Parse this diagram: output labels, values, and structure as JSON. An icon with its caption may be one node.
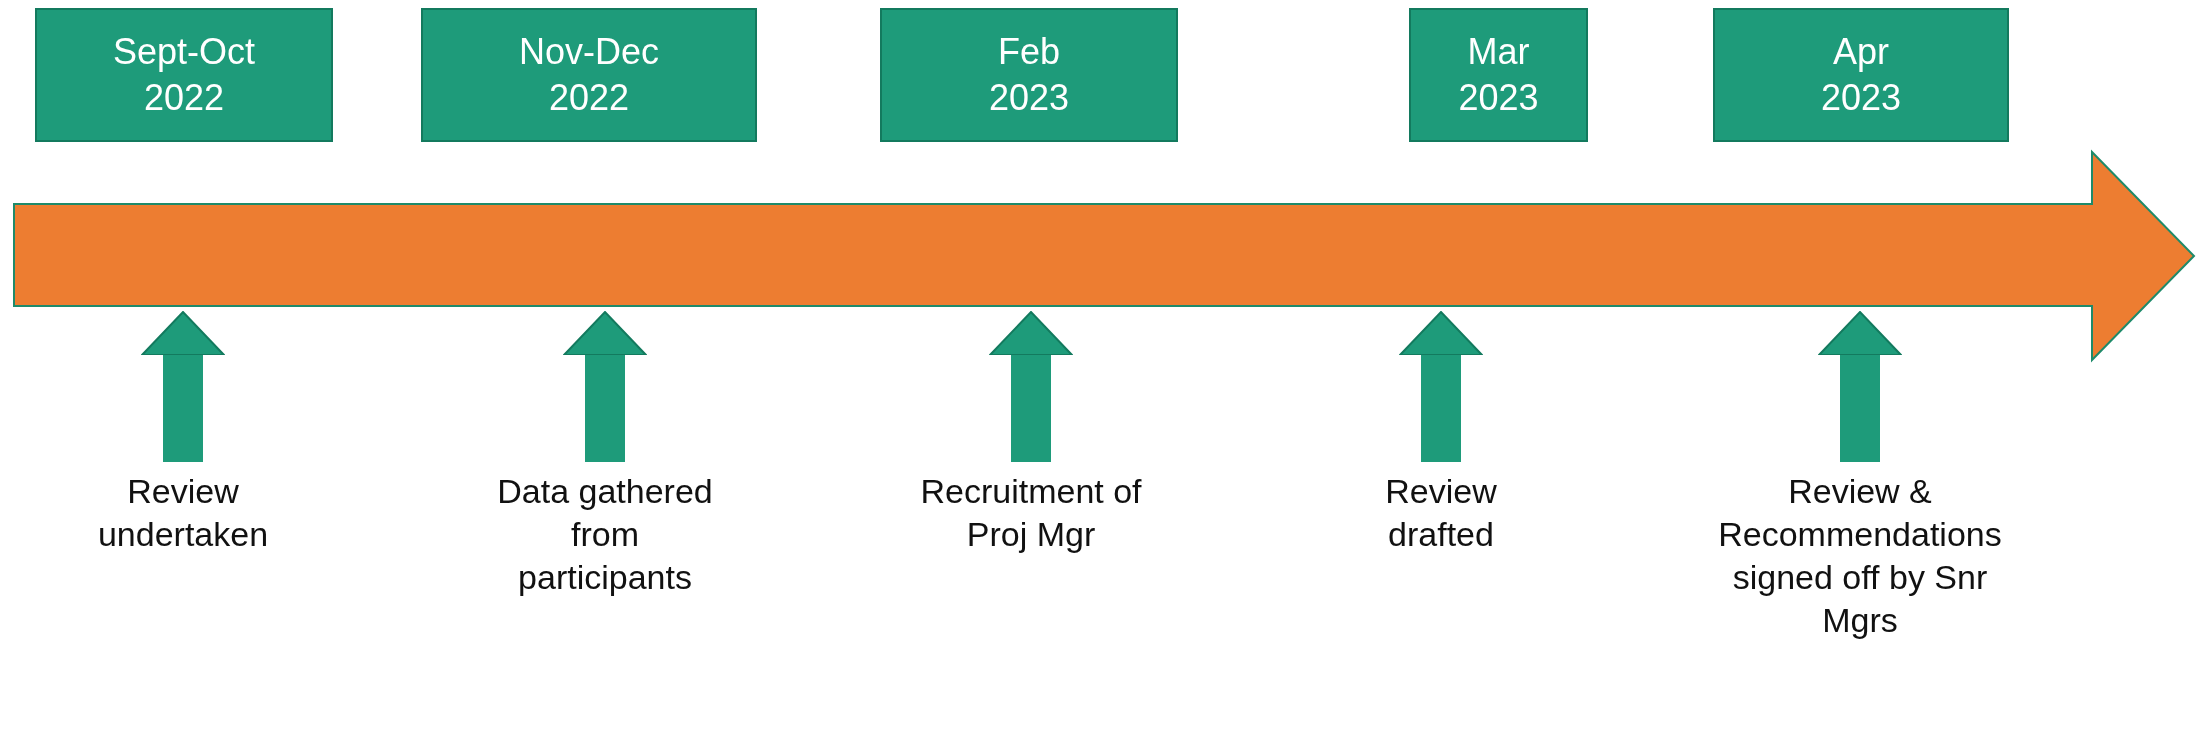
{
  "diagram": {
    "nodes": [
      {
        "text": [
          "Sept-Oct 2022"
        ]
      },
      {
        "text": [
          "Nov-Dec 2022"
        ]
      },
      {
        "text": [
          "Feb 2023"
        ]
      },
      {
        "text": [
          "Mar 2023"
        ]
      },
      {
        "text": [
          "Apr 2023"
        ]
      },
      {
        "text": [],
        "shape": "arrow"
      },
      {
        "text": [
          "Review undertaken"
        ]
      },
      {
        "text": [
          "Data gathered from participants"
        ]
      },
      {
        "text": [
          "Recruitment of Proj Mgr"
        ]
      },
      {
        "text": [
          "Review drafted"
        ]
      },
      {
        "text": [
          "Review & Recommendations signed off by Snr Mgrs"
        ]
      }
    ],
    "edges": [
      {
        "from": 6,
        "to": 5,
        "arrow": "to"
      },
      {
        "from": 7,
        "to": 5,
        "arrow": "to"
      },
      {
        "from": 8,
        "to": 5,
        "arrow": "to"
      },
      {
        "from": 9,
        "to": 5,
        "arrow": "to"
      },
      {
        "from": 10,
        "to": 5,
        "arrow": "to"
      }
    ]
  }
}
